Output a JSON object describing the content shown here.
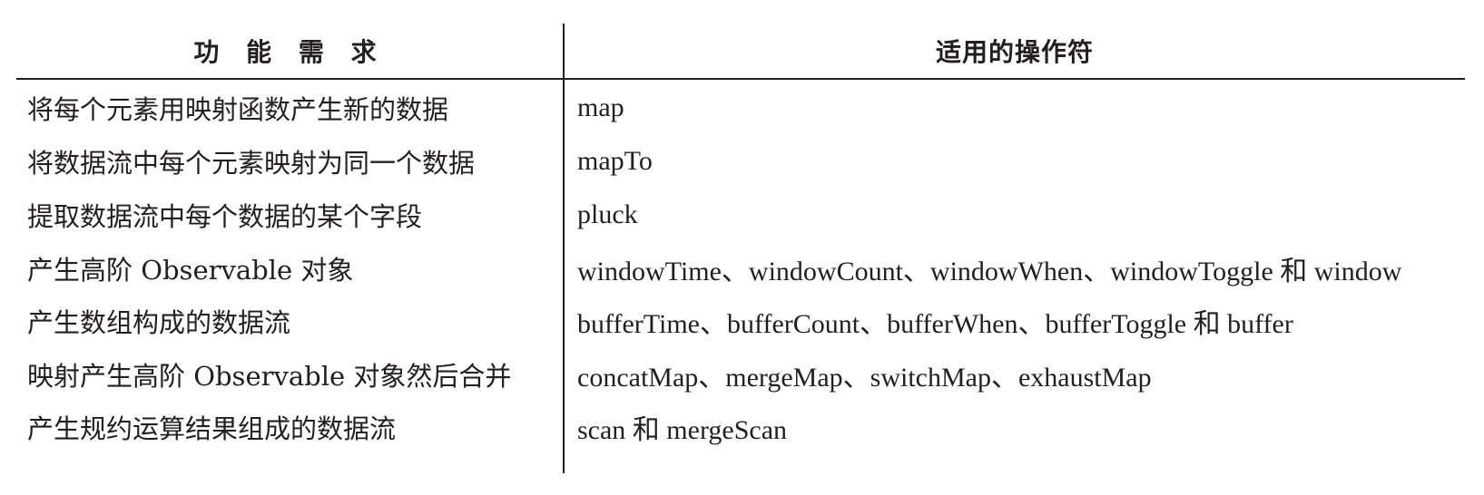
{
  "table": {
    "headers": [
      "功 能 需 求",
      "适用的操作符"
    ],
    "rows": [
      [
        "将每个元素用映射函数产生新的数据",
        "map"
      ],
      [
        "将数据流中每个元素映射为同一个数据",
        "mapTo"
      ],
      [
        "提取数据流中每个数据的某个字段",
        "pluck"
      ],
      [
        "产生高阶 Observable 对象",
        "windowTime、windowCount、windowWhen、windowToggle 和 window"
      ],
      [
        "产生数组构成的数据流",
        "bufferTime、bufferCount、bufferWhen、bufferToggle 和 buffer"
      ],
      [
        "映射产生高阶 Observable 对象然后合并",
        "concatMap、mergeMap、switchMap、exhaustMap"
      ],
      [
        "产生规约运算结果组成的数据流",
        "scan 和 mergeScan"
      ]
    ]
  }
}
